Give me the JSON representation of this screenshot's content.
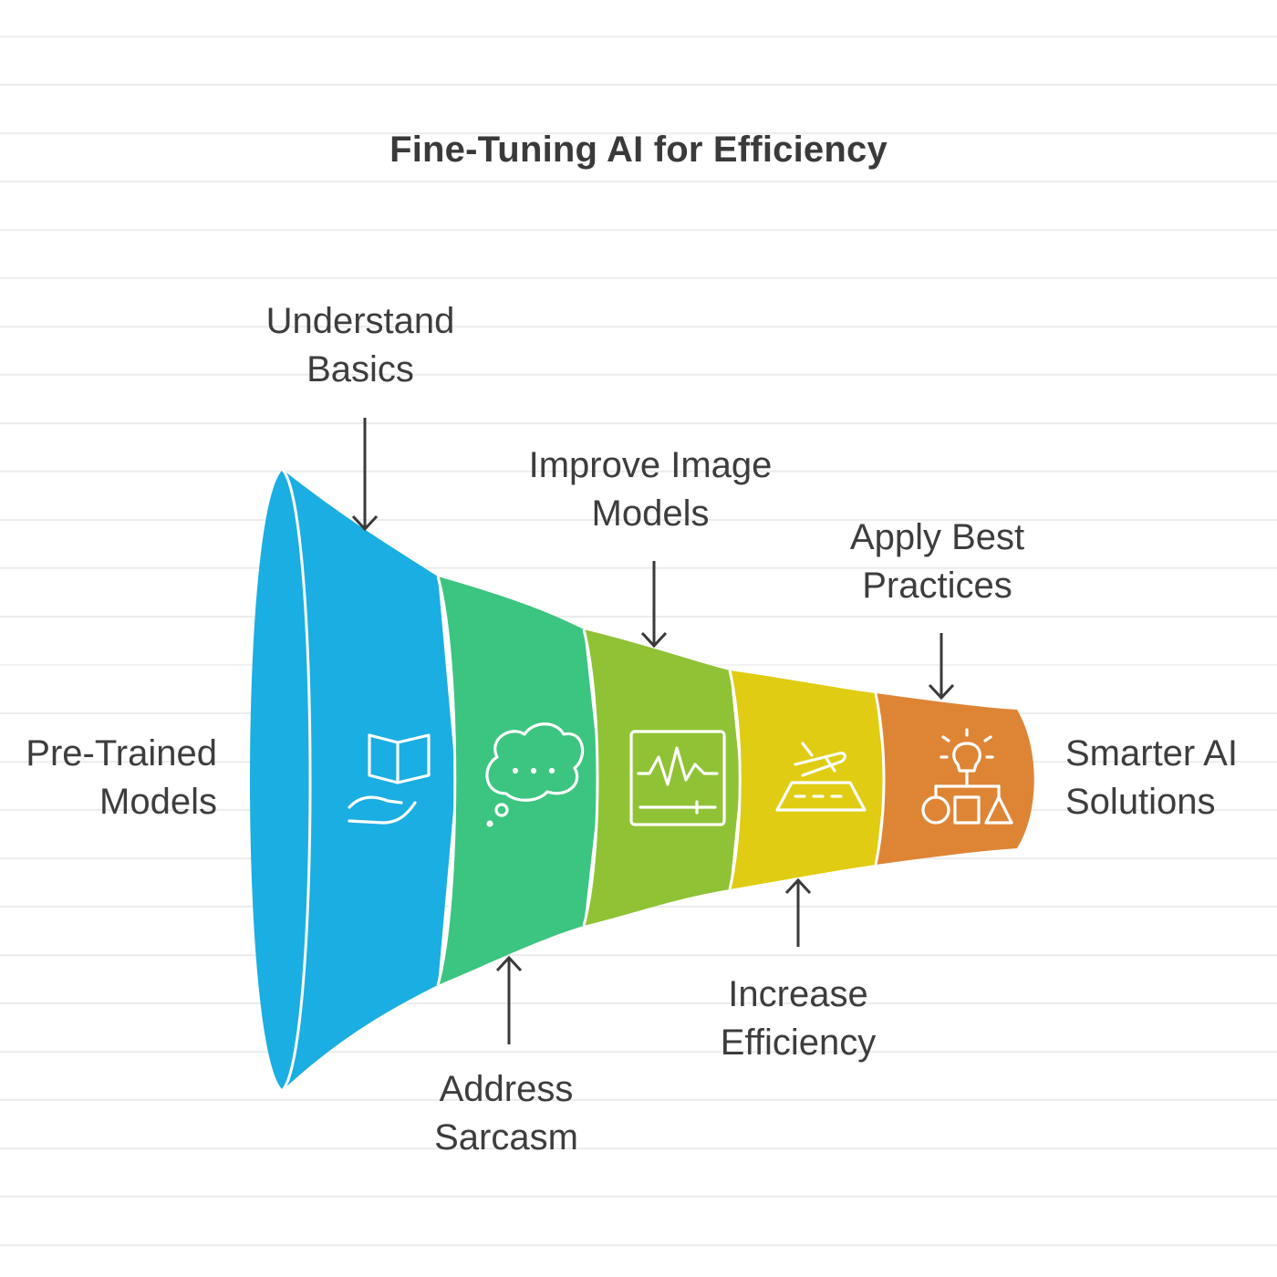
{
  "title": "Fine-Tuning AI for Efficiency",
  "input_label": {
    "line1": "Pre-Trained",
    "line2": "Models"
  },
  "output_label": {
    "line1": "Smarter AI",
    "line2": "Solutions"
  },
  "stages": [
    {
      "line1": "Understand",
      "line2": "Basics",
      "color": "#1aaee2",
      "icon": "open-book-in-hand-icon"
    },
    {
      "line1": "Address",
      "line2": "Sarcasm",
      "color": "#3cc481",
      "icon": "thought-bubble-icon"
    },
    {
      "line1": "Improve Image",
      "line2": "Models",
      "color": "#90c235",
      "icon": "monitor-waveform-icon"
    },
    {
      "line1": "Increase",
      "line2": "Efficiency",
      "color": "#e0cc12",
      "icon": "airplane-runway-icon"
    },
    {
      "line1": "Apply Best",
      "line2": "Practices",
      "color": "#de8535",
      "icon": "lightbulb-shapes-icon"
    }
  ]
}
